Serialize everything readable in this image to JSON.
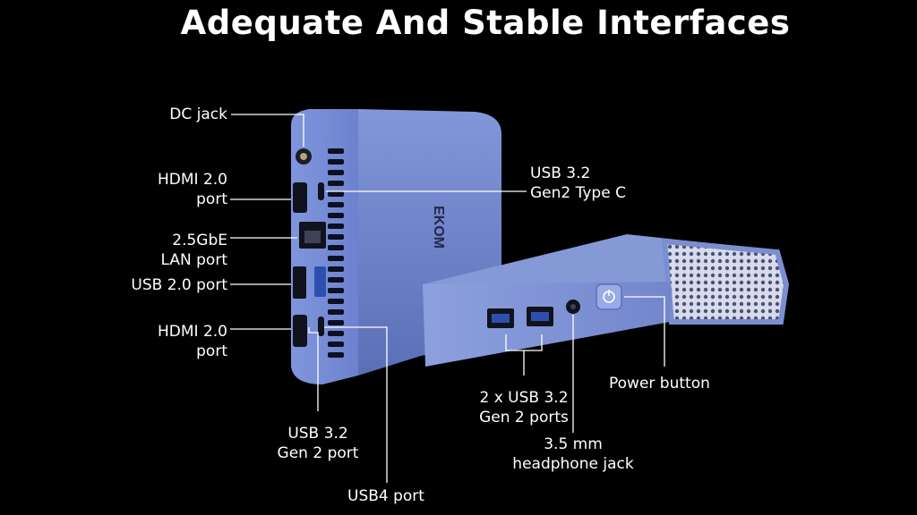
{
  "title": "Adequate And Stable Interfaces",
  "brand_text": "EKOM",
  "labels": {
    "dc_jack": "DC jack",
    "hdmi_top_1": "HDMI 2.0",
    "hdmi_top_2": "port",
    "lan_1": "2.5GbE",
    "lan_2": "LAN port",
    "usb2": "USB 2.0 port",
    "hdmi_bottom_1": "HDMI 2.0",
    "hdmi_bottom_2": "port",
    "usb32_gen2_1": "USB 3.2",
    "usb32_gen2_2": "Gen 2 port",
    "usb4": "USB4 port",
    "typec_1": "USB 3.2",
    "typec_2": "Gen2 Type C",
    "front_usb_1": "2 x USB 3.2",
    "front_usb_2": "Gen 2 ports",
    "headphone_1": "3.5 mm",
    "headphone_2": "headphone jack",
    "power": "Power button"
  },
  "colors": {
    "background": "#000000",
    "device_body": "#7e93d6",
    "text": "#ffffff"
  }
}
